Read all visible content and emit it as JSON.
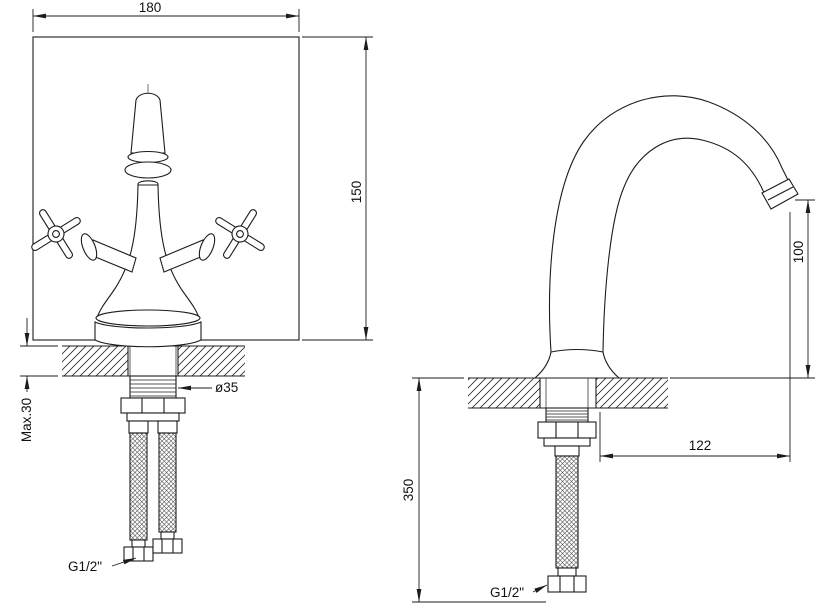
{
  "colors": {
    "background": "#ffffff",
    "ink": "#1c1c1c"
  },
  "front_view": {
    "dims": {
      "overall_width": "180",
      "overall_height": "150",
      "shank_diameter": "ø35",
      "max_deck_thickness": "Max.30",
      "hose_thread": "G1/2\""
    }
  },
  "side_view": {
    "dims": {
      "spout_height": "100",
      "spout_reach": "122",
      "hose_length": "350",
      "hose_thread": "G1/2\""
    }
  }
}
